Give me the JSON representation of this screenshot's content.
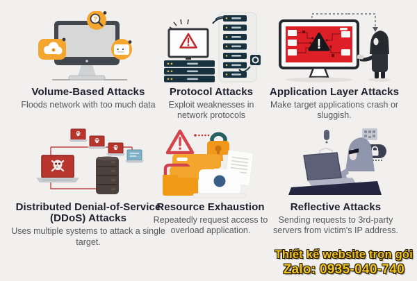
{
  "poster": {
    "background_color": "#f1f0ee",
    "title_color": "#20202e",
    "description_color": "#53575c"
  },
  "cards": [
    {
      "title": "Volume-Based Attacks",
      "description": "Floods network with too much data",
      "icon": "monitor-with-alert-badges-icon"
    },
    {
      "title": "Protocol Attacks",
      "description": "Exploit weaknesses in network protocols",
      "icon": "server-rack-warning-icon"
    },
    {
      "title": "Application Layer Attacks",
      "description": "Make target applications crash or sluggish.",
      "icon": "red-screen-with-hacker-icon"
    },
    {
      "title": "Distributed Denial-of-Service (DDoS) Attacks",
      "description": "Uses multiple systems to attack a single target.",
      "icon": "botnet-laptops-server-icon"
    },
    {
      "title": "Resource Exhaustion",
      "description": "Repeatedly request access to overload application.",
      "icon": "lock-folder-warning-icon"
    },
    {
      "title": "Reflective Attacks",
      "description": "Sending requests to 3rd-party servers from victim's IP address.",
      "icon": "hooded-hacker-laptop-icon"
    }
  ],
  "footer": {
    "line1": "Thiết kế website trọn gói",
    "line2": "Zalo: 0935-040-740",
    "text_color": "#f2c41f",
    "outline_color": "#231a00"
  },
  "palette": {
    "orange": "#f4a52c",
    "screen_red": "#dd2028",
    "brick_red": "#b8352e",
    "dark_teal": "#17323e",
    "monitor_gray": "#42474e",
    "server_brown": "#4c413d",
    "hacker_gray": "#8f95aa"
  }
}
